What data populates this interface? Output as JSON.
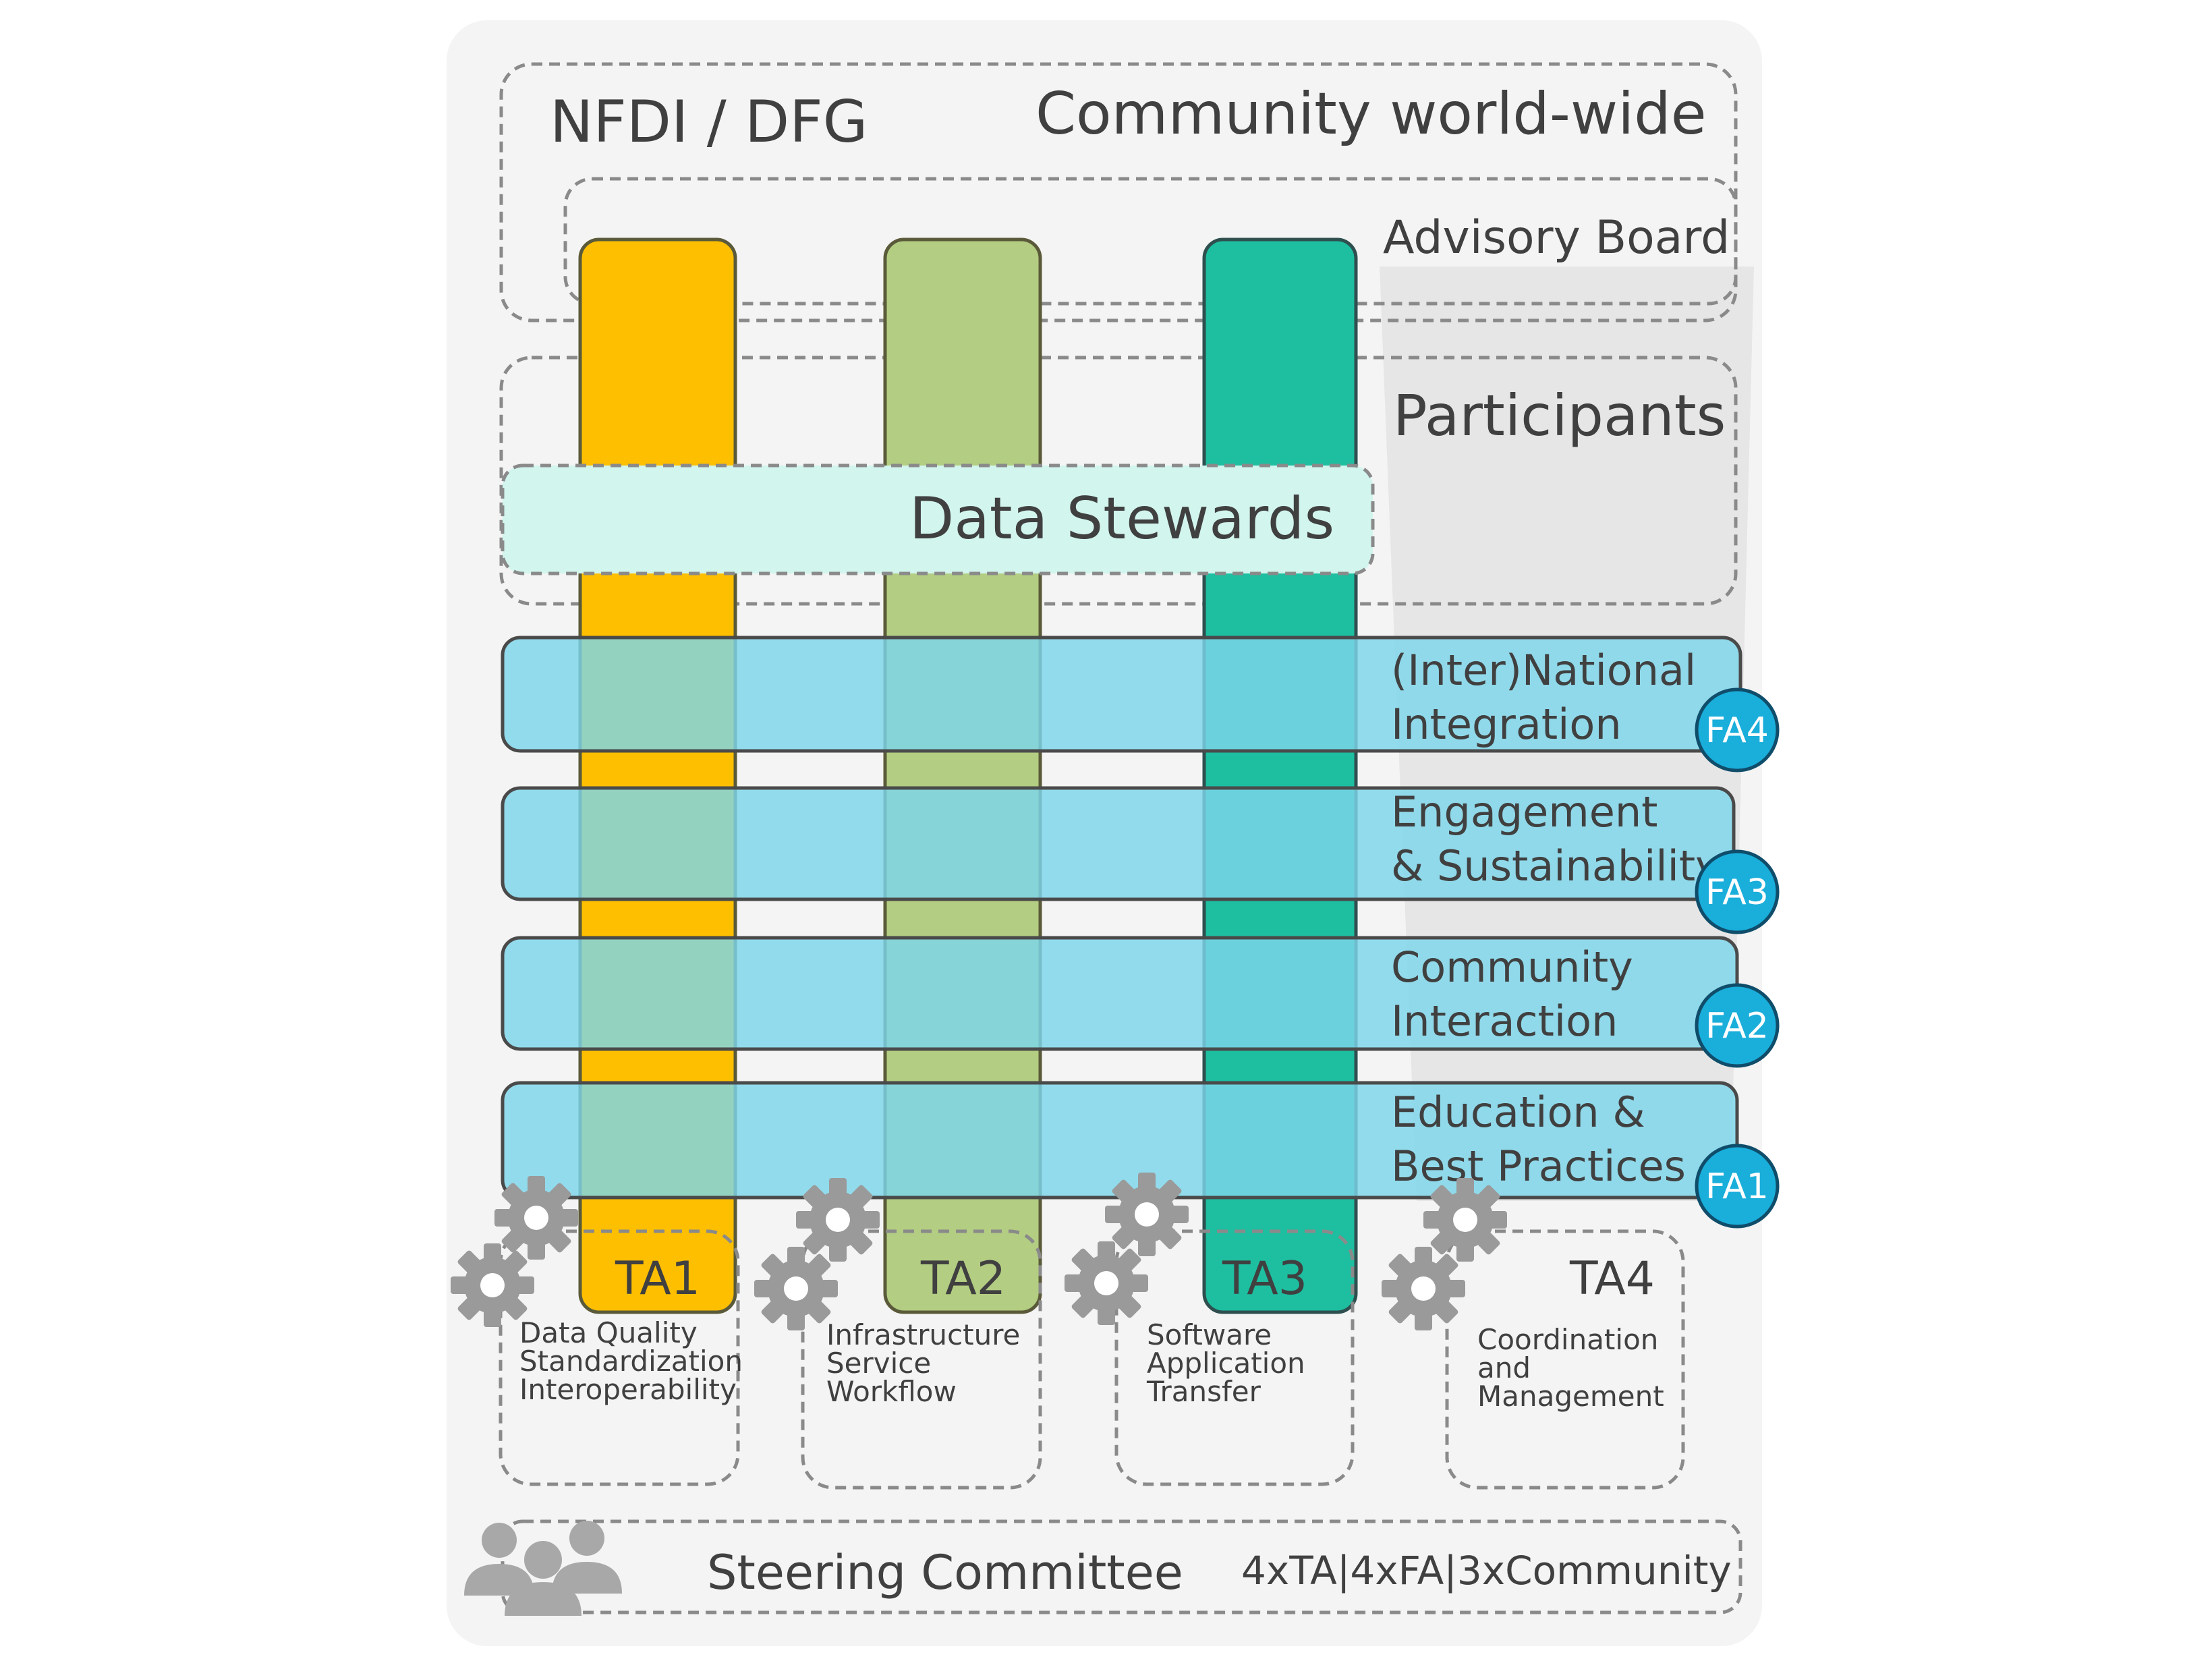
{
  "labels": {
    "nfdi": "NFDI / DFG",
    "community": "Community world-wide",
    "advisory": "Advisory Board",
    "participants": "Participants",
    "data_stewards": "Data Stewards",
    "steering": "Steering Committee",
    "composition": "4xTA|4xFA|3xCommunity"
  },
  "focus_areas": [
    {
      "badge": "FA4",
      "line1": "(Inter)National",
      "line2": "Integration"
    },
    {
      "badge": "FA3",
      "line1": "Engagement",
      "line2": "& Sustainability"
    },
    {
      "badge": "FA2",
      "line1": "Community",
      "line2": "Interaction"
    },
    {
      "badge": "FA1",
      "line1": "Education &",
      "line2": "Best Practices"
    }
  ],
  "task_areas": [
    {
      "label": "TA1",
      "lines": [
        "Data Quality",
        "Standardization",
        "Interoperability"
      ]
    },
    {
      "label": "TA2",
      "lines": [
        "Infrastructure",
        "Service",
        "Workflow"
      ]
    },
    {
      "label": "TA3",
      "lines": [
        "Software",
        "Application",
        "Transfer"
      ]
    },
    {
      "label": "TA4",
      "lines": [
        "Coordination",
        "and",
        "Management"
      ]
    }
  ],
  "colors": {
    "ta1": "#FDBF00",
    "ta2": "#B3CD82",
    "ta3": "#1DBFA0",
    "fa_band": "#7DD5EA",
    "fa_badge": "#1AAEDB",
    "data_stewards": "#D2F5EE",
    "background": "#F4F4F4",
    "participants_fill": "#E6E6E6"
  },
  "icons": [
    "gear-icon",
    "people-icon"
  ]
}
